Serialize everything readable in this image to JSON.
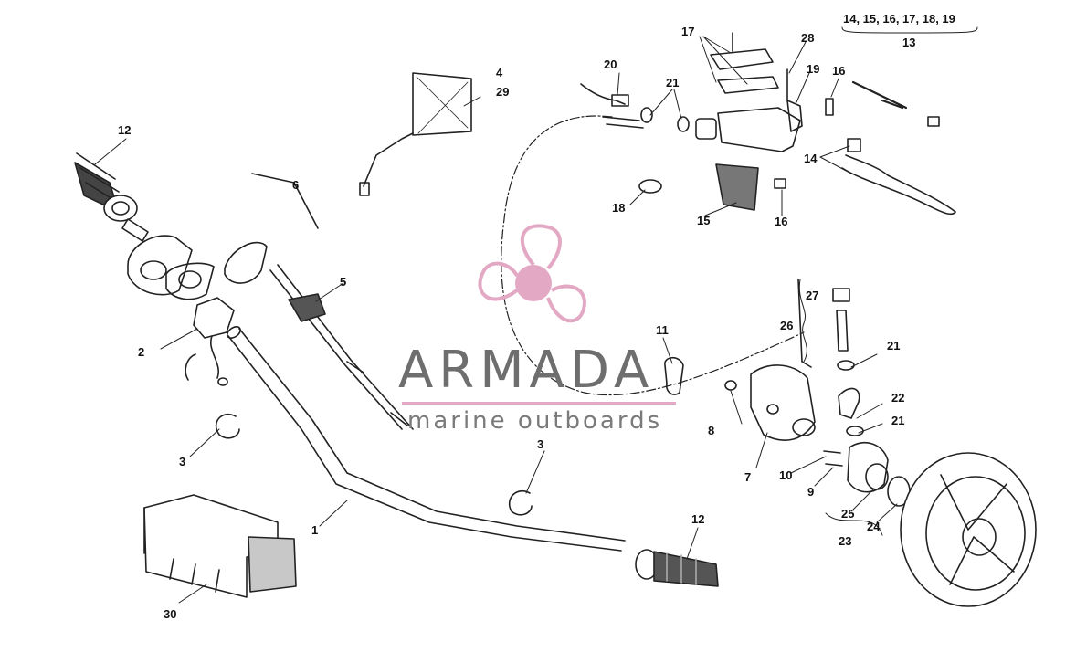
{
  "labels": {
    "l1": "1",
    "l2": "2",
    "l3a": "3",
    "l3b": "3",
    "l4": "4",
    "l29": "29",
    "l5": "5",
    "l6": "6",
    "l7": "7",
    "l8": "8",
    "l9": "9",
    "l10": "10",
    "l11": "11",
    "l12a": "12",
    "l12b": "12",
    "l13": "13",
    "l13set": "14, 15, 16, 17, 18, 19",
    "l14": "14",
    "l15": "15",
    "l16a": "16",
    "l16b": "16",
    "l17": "17",
    "l18": "18",
    "l19": "19",
    "l20": "20",
    "l21a": "21",
    "l21b": "21",
    "l21c": "21",
    "l22": "22",
    "l23": "23",
    "l24": "24",
    "l25": "25",
    "l26": "26",
    "l27": "27",
    "l28": "28",
    "l30": "30"
  },
  "watermark": {
    "title": "ARMADA",
    "subtitle": "marine outboards",
    "logo_color": "#e3a9c4",
    "text_color": "#6e6e6e"
  }
}
